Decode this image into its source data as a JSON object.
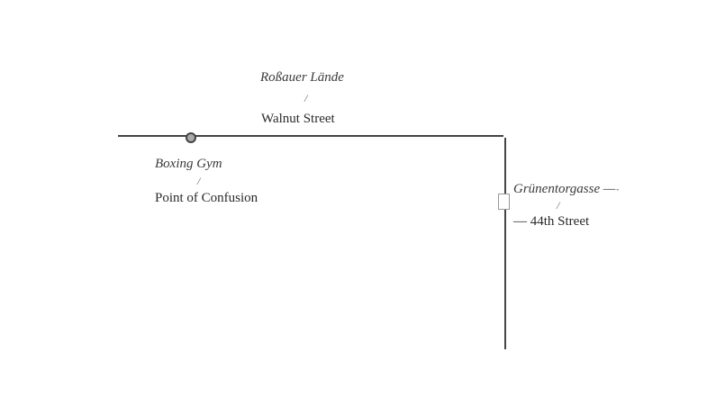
{
  "streets": [
    {
      "name_primary": "Roßauer Lände",
      "separator": "/",
      "name_secondary": "Walnut Street"
    },
    {
      "name_primary": "Grünentorgasse —",
      "trail": "-",
      "separator": "/",
      "name_secondary": "— 44th Street"
    }
  ],
  "places": [
    {
      "name_primary": "Boxing Gym",
      "separator": "/",
      "name_secondary": "Point of Confusion"
    }
  ],
  "colors": {
    "line": "#444444",
    "marker": "#555555"
  }
}
